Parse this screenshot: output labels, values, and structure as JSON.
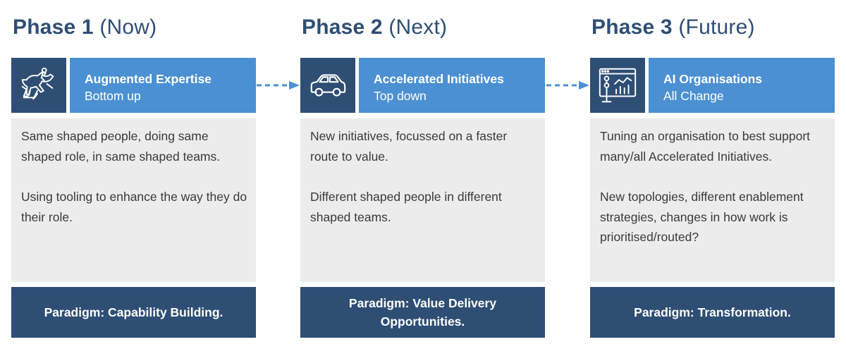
{
  "phases": [
    {
      "number_label": "Phase 1",
      "timing_label": "(Now)",
      "icon": "horse-rider-icon",
      "heading": "Augmented Expertise",
      "subheading": "Bottom up",
      "paragraphs": [
        "Same shaped people, doing same shaped role, in same shaped teams.",
        "Using tooling to enhance the way they do their role."
      ],
      "paradigm": "Paradigm: Capability Building."
    },
    {
      "number_label": "Phase 2",
      "timing_label": "(Next)",
      "icon": "car-icon",
      "heading": "Accelerated Initiatives",
      "subheading": "Top down",
      "paragraphs": [
        "New initiatives, focussed on a faster route to value.",
        "Different shaped people in different shaped teams."
      ],
      "paradigm": "Paradigm: Value Delivery Opportunities."
    },
    {
      "number_label": "Phase 3",
      "timing_label": "(Future)",
      "icon": "dashboard-icon",
      "heading": "AI Organisations",
      "subheading": "All Change",
      "paragraphs": [
        "Tuning an organisation to best support many/all Accelerated Initiatives.",
        "New topologies, different enablement strategies, changes in how work is prioritised/routed?"
      ],
      "paradigm": "Paradigm: Transformation."
    }
  ],
  "colors": {
    "dark_navy": "#2e4e74",
    "accent_blue": "#4b90d2",
    "panel_gray": "#ececec",
    "text": "#3a3a3a"
  }
}
